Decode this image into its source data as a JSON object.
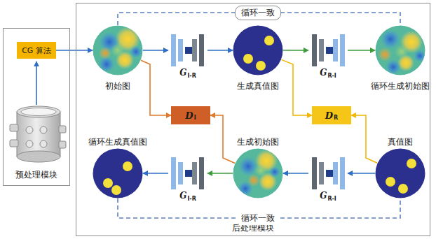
{
  "diagram": {
    "nodes": [
      {
        "text": [
          "预处理模块"
        ]
      },
      {
        "text": [
          "CG 算法"
        ],
        "in": 0
      },
      {
        "text": [
          "后处理模块"
        ]
      },
      {
        "text": [
          "初始图"
        ],
        "in": 2
      },
      {
        "text": [
          "G",
          "I-R"
        ],
        "in": 2
      },
      {
        "text": [
          "生成真值图"
        ],
        "in": 2
      },
      {
        "text": [
          "G",
          "R-I"
        ],
        "in": 2
      },
      {
        "text": [
          "循环生成初始图"
        ],
        "in": 2
      },
      {
        "text": [
          "D",
          "I"
        ],
        "in": 2
      },
      {
        "text": [
          "D",
          "R"
        ],
        "in": 2
      },
      {
        "text": [
          "循环生成真值图"
        ],
        "in": 2
      },
      {
        "text": [
          "G",
          "I-R"
        ],
        "in": 2
      },
      {
        "text": [
          "生成初始图"
        ],
        "in": 2
      },
      {
        "text": [
          "G",
          "R-I"
        ],
        "in": 2
      },
      {
        "text": [
          "真值图"
        ],
        "in": 2
      }
    ],
    "edges": [
      {
        "from": 1,
        "to": 3,
        "arrow": "to"
      },
      {
        "from": 3,
        "to": 4,
        "arrow": "to"
      },
      {
        "from": 4,
        "to": 5,
        "arrow": "to"
      },
      {
        "from": 5,
        "to": 6,
        "arrow": "to"
      },
      {
        "from": 6,
        "to": 7,
        "arrow": "to"
      },
      {
        "from": 14,
        "to": 13,
        "arrow": "to"
      },
      {
        "from": 13,
        "to": 12,
        "arrow": "to"
      },
      {
        "from": 12,
        "to": 11,
        "arrow": "to"
      },
      {
        "from": 11,
        "to": 10,
        "arrow": "to"
      },
      {
        "from": 3,
        "to": 8,
        "arrow": "to"
      },
      {
        "from": 12,
        "to": 8,
        "arrow": "to"
      },
      {
        "from": 5,
        "to": 9,
        "arrow": "to"
      },
      {
        "from": 14,
        "to": 9,
        "arrow": "to"
      },
      {
        "from": 3,
        "to": 7,
        "label": "循环一致",
        "arrow": "none"
      },
      {
        "from": 10,
        "to": 14,
        "label": "循环一致",
        "arrow": "none"
      }
    ]
  }
}
